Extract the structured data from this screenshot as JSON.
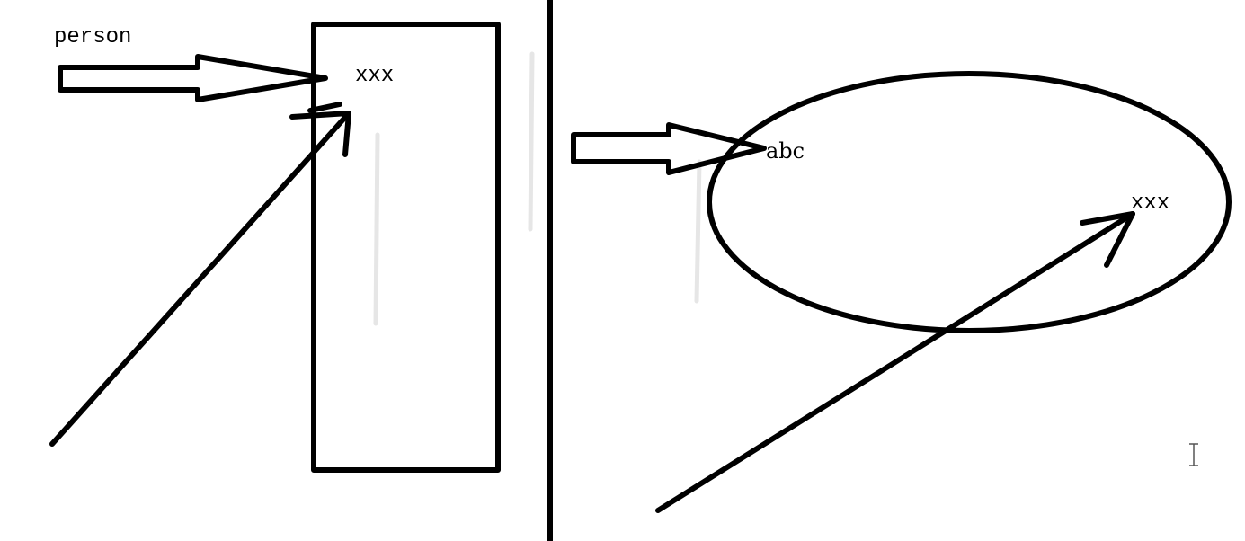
{
  "left_panel": {
    "reference_label": "person",
    "box_label": "xxx"
  },
  "right_panel": {
    "ellipse_label_left": "abc",
    "ellipse_label_right": "xxx"
  },
  "colors": {
    "ink": "#000000",
    "background": "#ffffff"
  },
  "icons": {
    "cursor": "text-cursor-icon"
  }
}
